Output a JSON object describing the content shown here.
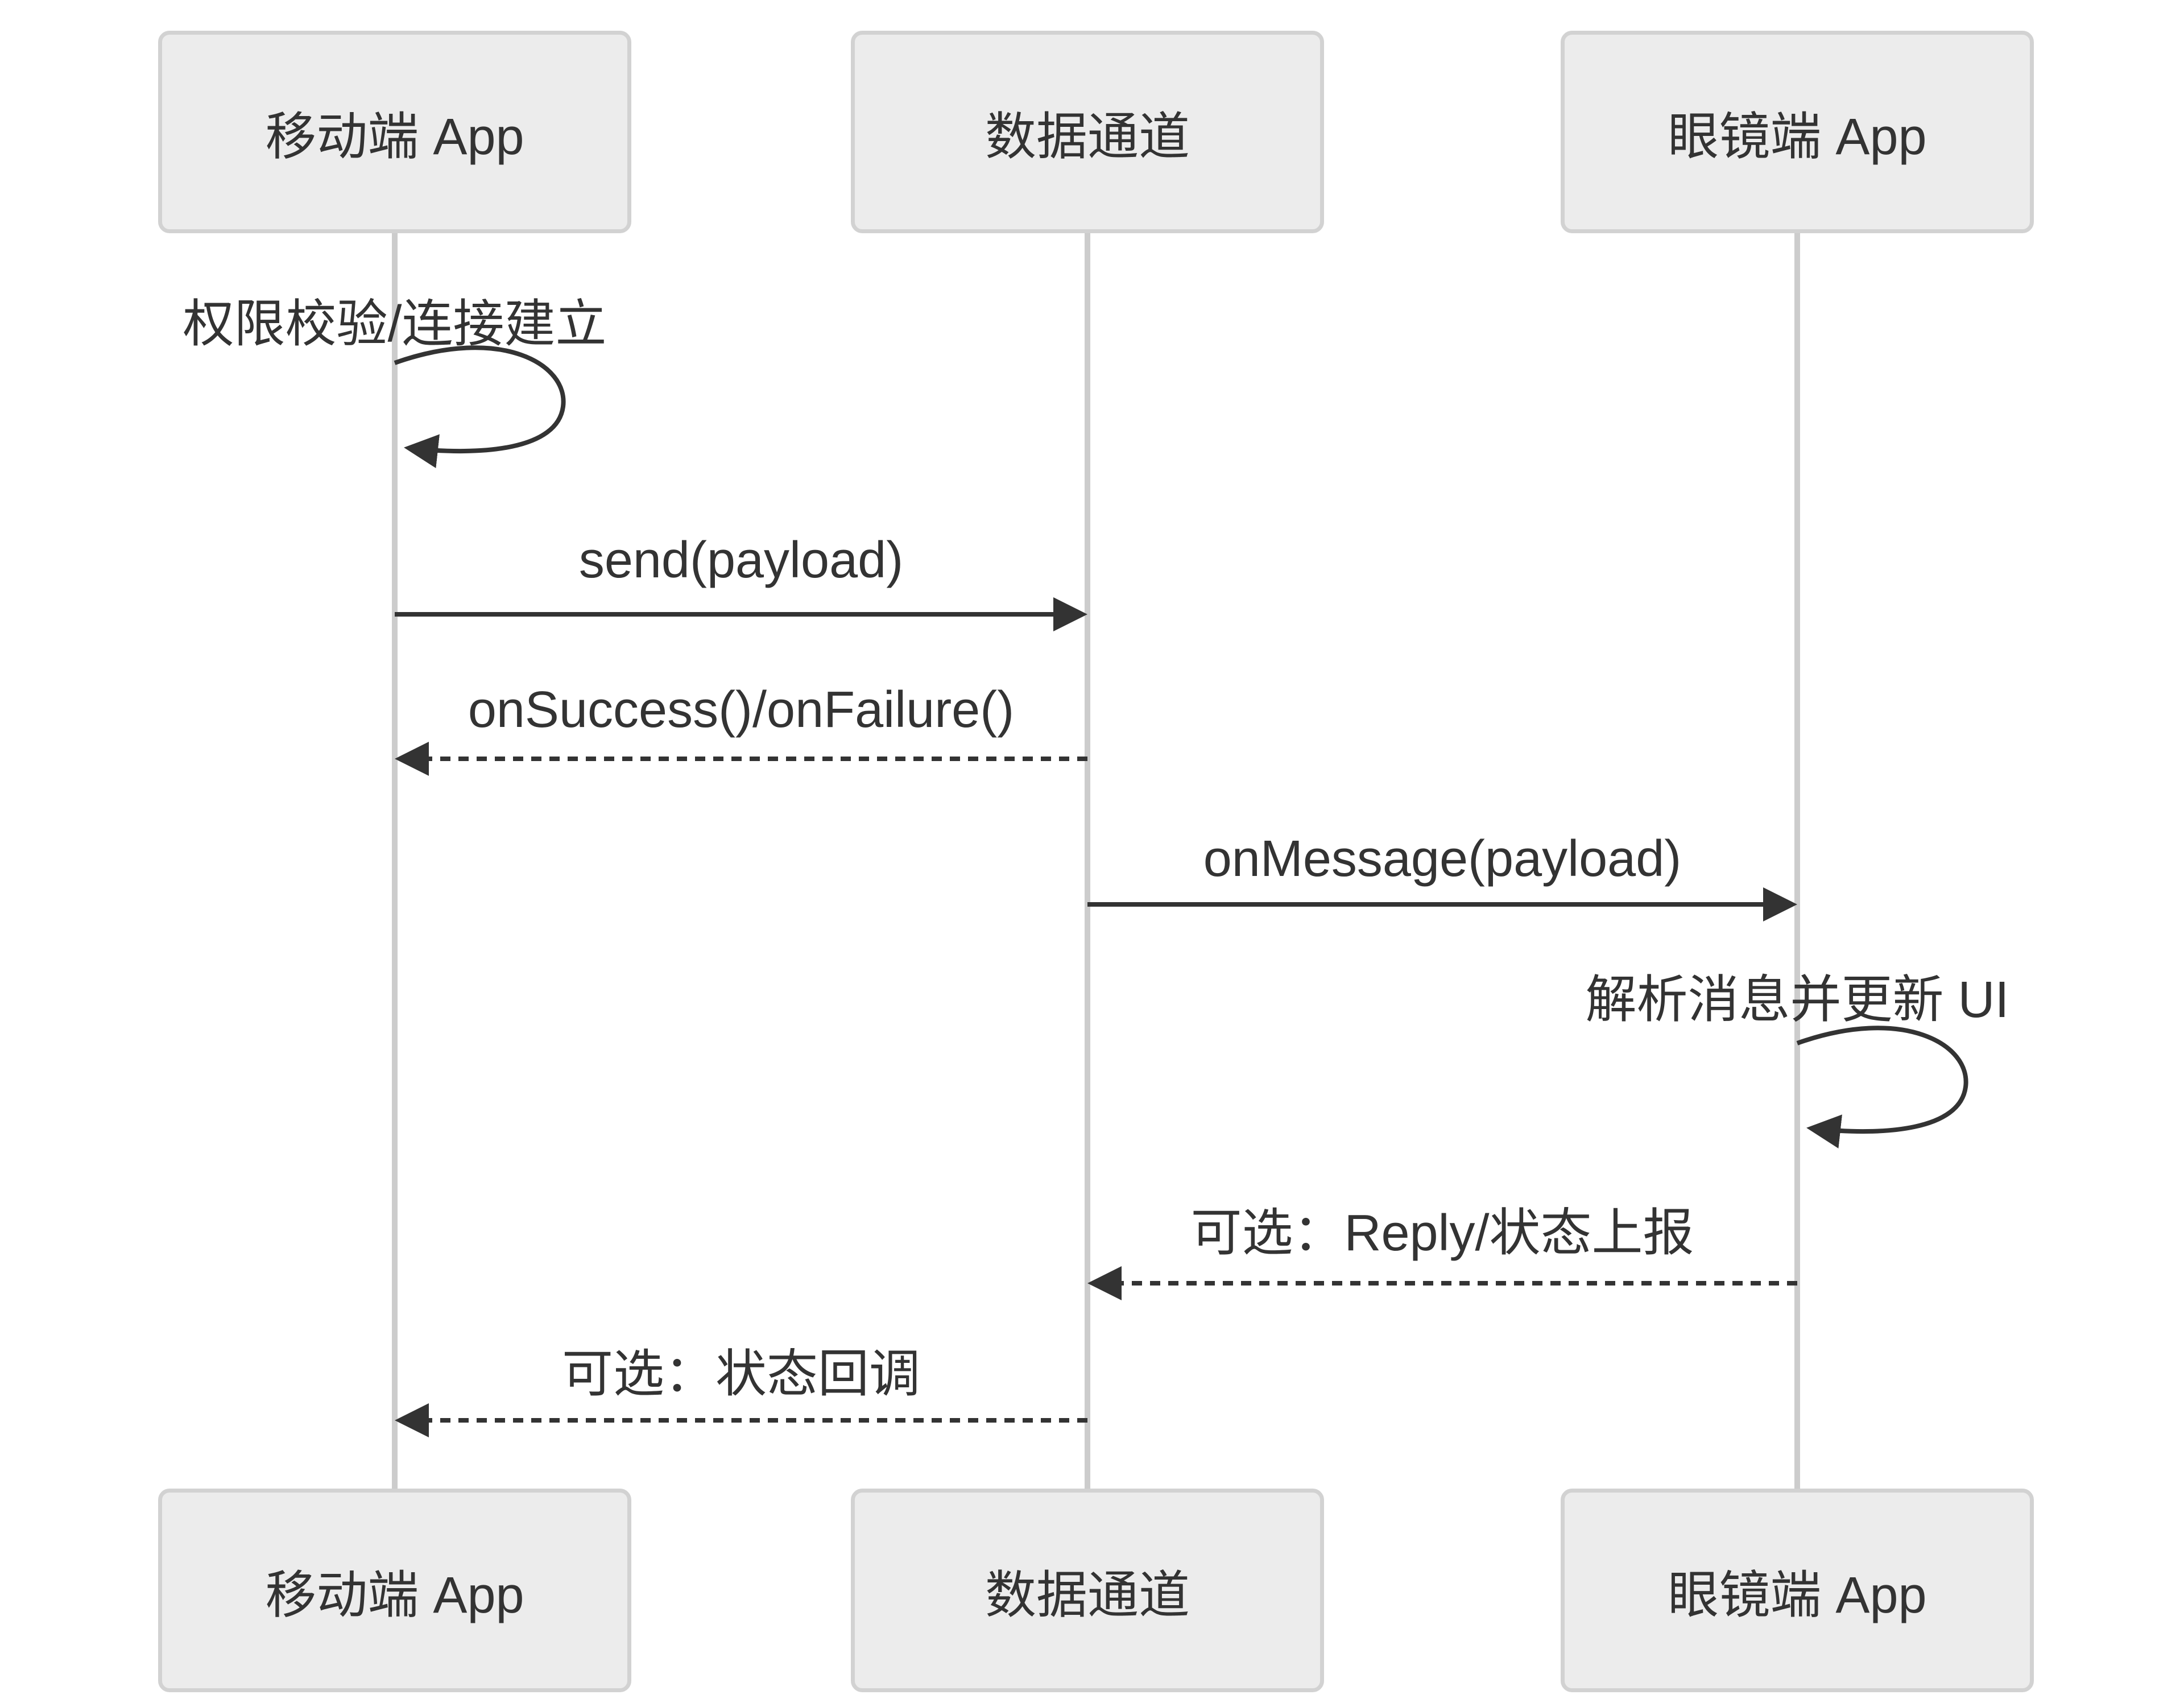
{
  "diagram": {
    "type": "sequence",
    "background": "#ffffff",
    "colors": {
      "actor_fill": "#ececec",
      "actor_border": "#d2d2d2",
      "lifeline": "#cccccc",
      "text": "#333333",
      "arrow": "#333333"
    },
    "actors": [
      {
        "label": "移动端 App"
      },
      {
        "label": "数据通道"
      },
      {
        "label": "眼镜端 App"
      }
    ],
    "messages": [
      {
        "text": "权限校验/连接建立",
        "kind": "self",
        "from": "移动端 App",
        "to": "移动端 App",
        "line": "solid"
      },
      {
        "text": "send(payload)",
        "kind": "message",
        "from": "移动端 App",
        "to": "数据通道",
        "line": "solid"
      },
      {
        "text": "onSuccess()/onFailure()",
        "kind": "message",
        "from": "数据通道",
        "to": "移动端 App",
        "line": "dashed"
      },
      {
        "text": "onMessage(payload)",
        "kind": "message",
        "from": "数据通道",
        "to": "眼镜端 App",
        "line": "solid"
      },
      {
        "text": "解析消息并更新 UI",
        "kind": "self",
        "from": "眼镜端 App",
        "to": "眼镜端 App",
        "line": "solid"
      },
      {
        "text": "可选：Reply/状态上报",
        "kind": "message",
        "from": "眼镜端 App",
        "to": "数据通道",
        "line": "dashed"
      },
      {
        "text": "可选：状态回调",
        "kind": "message",
        "from": "数据通道",
        "to": "移动端 App",
        "line": "dashed"
      }
    ]
  }
}
